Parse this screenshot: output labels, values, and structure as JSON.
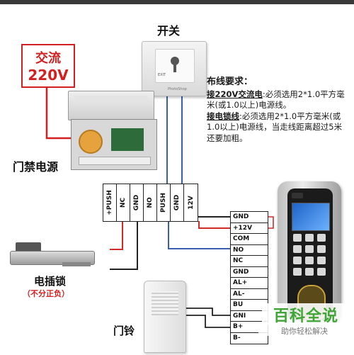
{
  "labels": {
    "switch": "开关",
    "ac_line1": "交流",
    "ac_line2": "220V",
    "power_supply": "门禁电源",
    "lock": "电插锁",
    "lock_note": "（不分正负）",
    "doorbell": "门铃",
    "switch_exit": "EXIT",
    "switch_brand": "PhotoShop"
  },
  "wiring_requirements": {
    "title": "布线要求：",
    "line1_bold": "接220V交流电",
    "line1_rest": ":必须选用2*1.0平方毫米(或1.0以上)电源线。",
    "line2_bold": "接电锁线",
    "line2_rest": ":必须选用2*1.0平方毫米(或1.0以上)电源线，当走线距离超过5米还要加粗。"
  },
  "power_terminals": [
    "+PUSH",
    "NC",
    "GND",
    "NO",
    "PUSH",
    "GND",
    "12V"
  ],
  "controller_terminals": [
    "GND",
    "+12V",
    "COM",
    "NO",
    "NC",
    "GND",
    "AL+",
    "AL-",
    "BU",
    "GNI",
    "B+",
    "B-"
  ],
  "watermark": {
    "main": "百科全说",
    "sub": "助你轻松解决"
  },
  "colors": {
    "ac_red": "#d21f1f",
    "wire_red": "#d42a2a",
    "wire_blue": "#3a5fb0",
    "wire_black": "#222222",
    "watermark_green": "#3fa535"
  }
}
